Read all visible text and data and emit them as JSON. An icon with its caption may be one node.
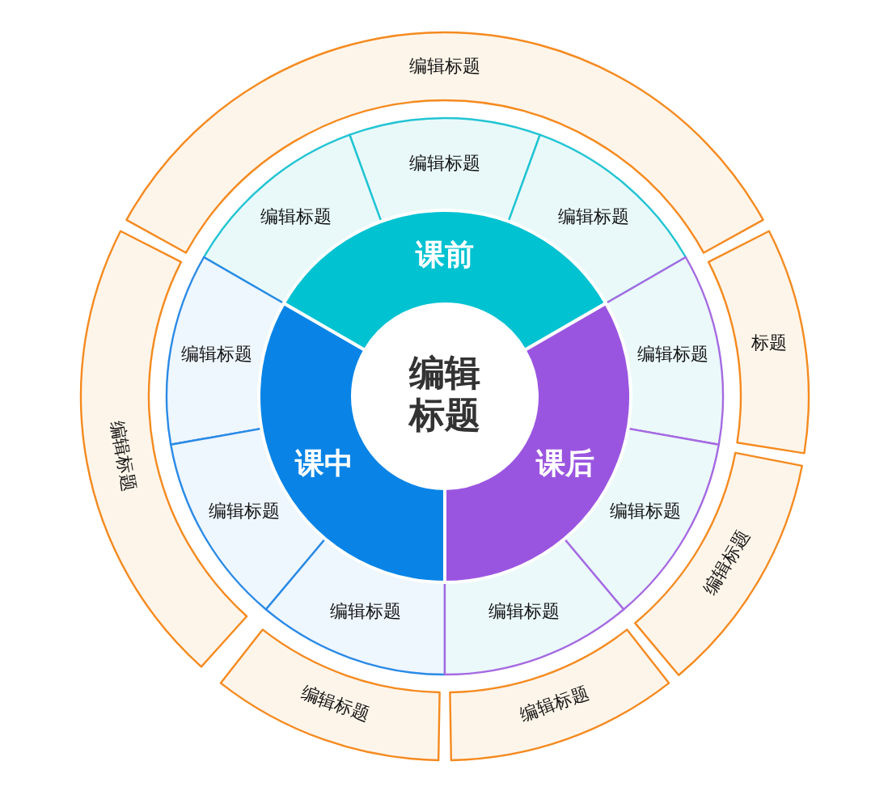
{
  "diagram": {
    "nodes": [
      {
        "text": [
          "编辑标题"
        ]
      },
      {
        "text": [
          "课前"
        ]
      },
      {
        "text": [
          "课中"
        ]
      },
      {
        "text": [
          "课后"
        ]
      },
      {
        "text": [
          "编辑标题"
        ]
      },
      {
        "text": [
          "编辑标题"
        ]
      },
      {
        "text": [
          "编辑标题"
        ]
      },
      {
        "text": [
          "编辑标题"
        ]
      },
      {
        "text": [
          "编辑标题"
        ]
      },
      {
        "text": [
          "编辑标题"
        ]
      },
      {
        "text": [
          "编辑标题"
        ]
      },
      {
        "text": [
          "编辑标题"
        ]
      },
      {
        "text": [
          "编辑标题"
        ]
      },
      {
        "text": [
          "编辑标题"
        ]
      },
      {
        "text": [
          "标题"
        ]
      },
      {
        "text": [
          "编辑标题"
        ]
      },
      {
        "text": [
          "编辑标题"
        ]
      },
      {
        "text": [
          "编辑标题"
        ]
      },
      {
        "text": [
          "编辑标题"
        ]
      }
    ]
  }
}
